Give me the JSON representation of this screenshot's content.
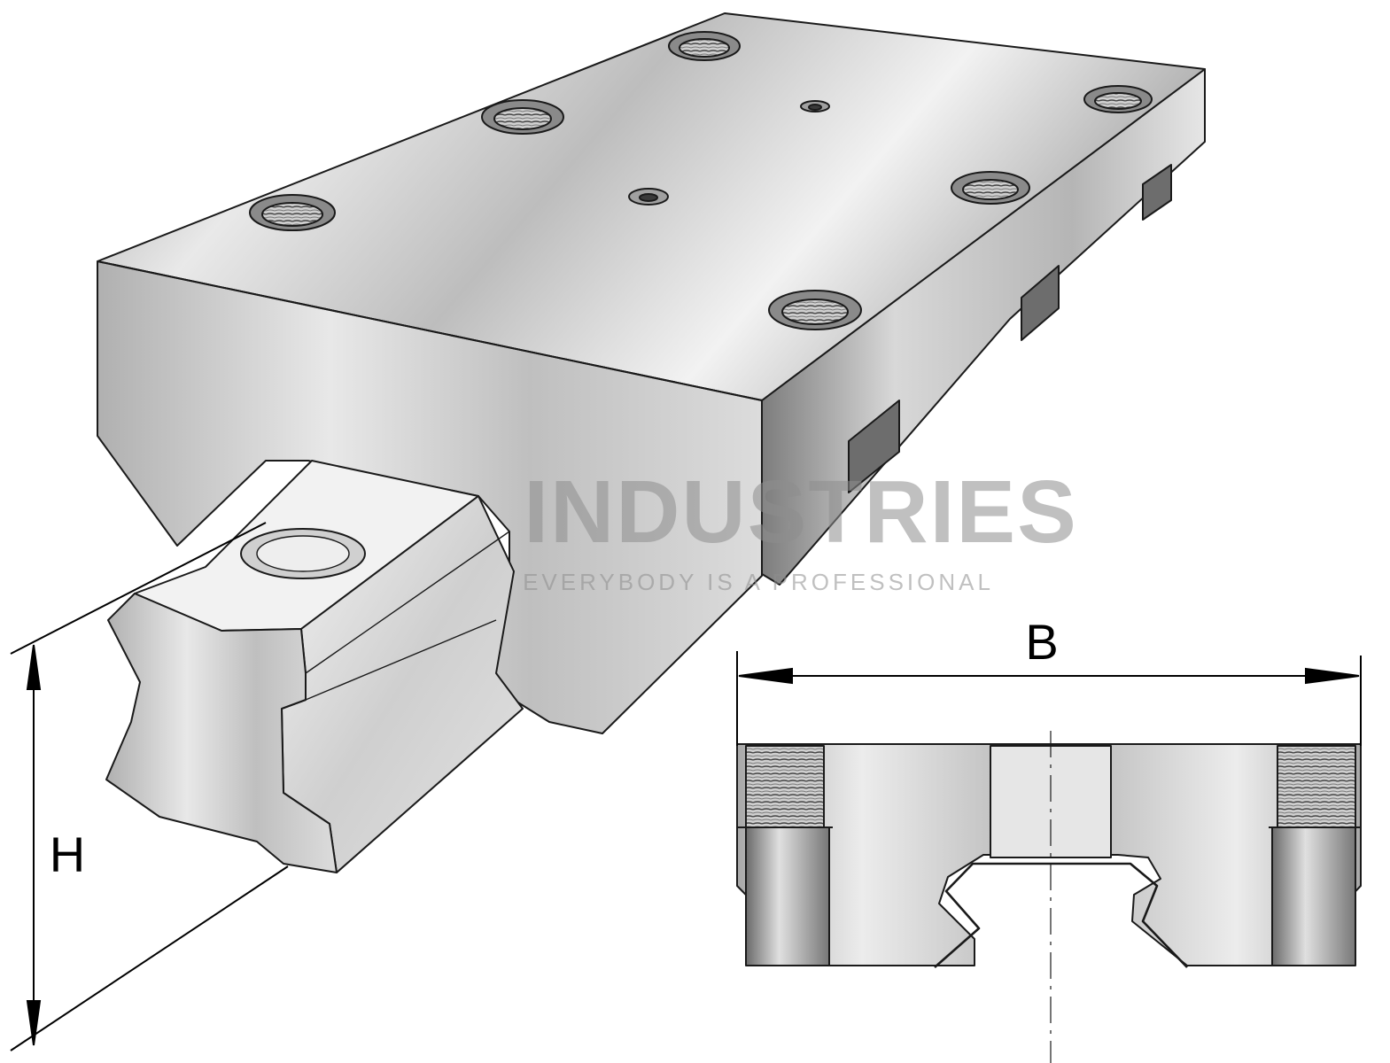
{
  "dimensions": {
    "width_label": "B",
    "height_label": "H"
  },
  "watermark": {
    "title": "INDUSTRIES",
    "tagline": "EVERYBODY IS A PROFESSIONAL"
  },
  "colors": {
    "steel_light": "#ededed",
    "steel_mid": "#c4c4c4",
    "steel_dark": "#8e8e8e",
    "outline": "#1a1a1a",
    "watermark": "#9a9a9a"
  }
}
